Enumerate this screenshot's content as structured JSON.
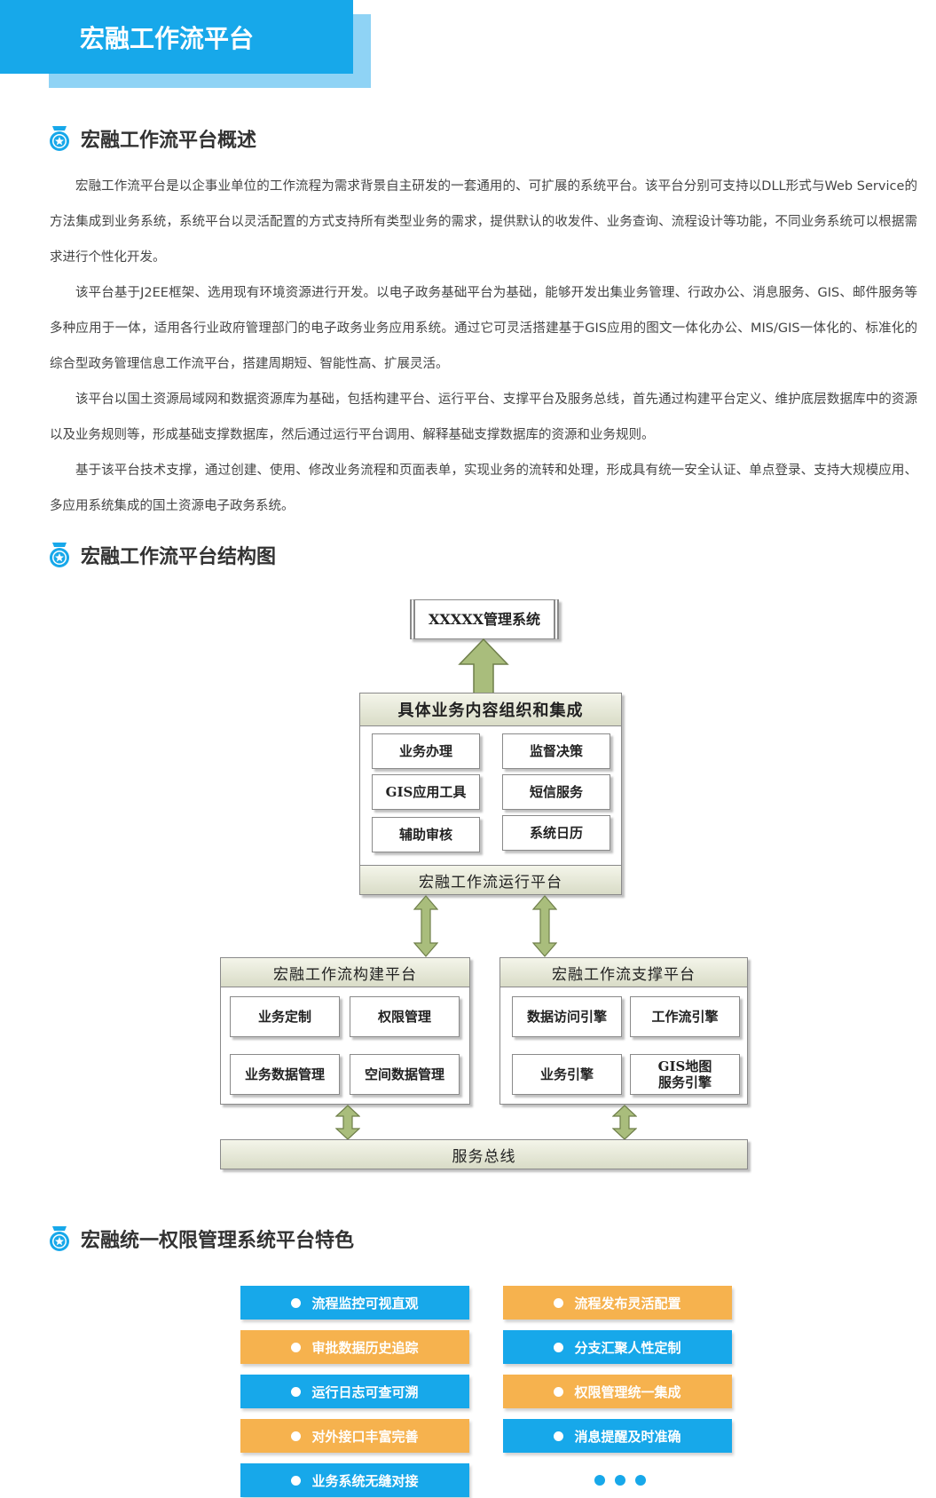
{
  "banner": {
    "title": "宏融工作流平台"
  },
  "sections": {
    "overview_title": "宏融工作流平台概述",
    "structure_title": "宏融工作流平台结构图",
    "features_title": "宏融统一权限管理系统平台特色"
  },
  "overview_paragraphs": [
    "宏融工作流平台是以企事业单位的工作流程为需求背景自主研发的一套通用的、可扩展的系统平台。该平台分别可支持以DLL形式与Web Service的方法集成到业务系统，系统平台以灵活配置的方式支持所有类型业务的需求，提供默认的收发件、业务查询、流程设计等功能，不同业务系统可以根据需求进行个性化开发。",
    "该平台基于J2EE框架、选用现有环境资源进行开发。以电子政务基础平台为基础，能够开发出集业务管理、行政办公、消息服务、GIS、邮件服务等多种应用于一体，适用各行业政府管理部门的电子政务业务应用系统。通过它可灵活搭建基于GIS应用的图文一体化办公、MIS/GIS一体化的、标准化的综合型政务管理信息工作流平台，搭建周期短、智能性高、扩展灵活。",
    "该平台以国土资源局域网和数据资源库为基础，包括构建平台、运行平台、支撑平台及服务总线，首先通过构建平台定义、维护底层数据库中的资源以及业务规则等，形成基础支撑数据库，然后通过运行平台调用、解释基础支撑数据库的资源和业务规则。",
    "基于该平台技术支撑，通过创建、使用、修改业务流程和页面表单，实现业务的流转和处理，形成具有统一安全认证、单点登录、支持大规模应用、多应用系统集成的国土资源电子政务系统。"
  ],
  "diagram": {
    "top_system": "XXXXX管理系统",
    "business_panel_title": "具体业务内容组织和集成",
    "business_items": [
      "业务办理",
      "监督决策",
      "GIS应用工具",
      "短信服务",
      "辅助审核",
      "系统日历"
    ],
    "runtime_platform": "宏融工作流运行平台",
    "build_platform": {
      "title": "宏融工作流构建平台",
      "items": [
        "业务定制",
        "权限管理",
        "业务数据管理",
        "空间数据管理"
      ]
    },
    "support_platform": {
      "title": "宏融工作流支撑平台",
      "items": [
        "数据访问引擎",
        "工作流引擎",
        "业务引擎"
      ],
      "gis_engine_line1": "GIS地图",
      "gis_engine_line2": "服务引擎"
    },
    "service_bus": "服务总线"
  },
  "features": {
    "left": [
      "流程监控可视直观",
      "审批数据历史追踪",
      "运行日志可查可溯",
      "对外接口丰富完善",
      "业务系统无缝对接"
    ],
    "right": [
      "流程发布灵活配置",
      "分支汇聚人性定制",
      "权限管理统一集成",
      "消息提醒及时准确"
    ]
  },
  "colors": {
    "accent_blue": "#17a8ea",
    "light_blue": "#8fd3f5",
    "accent_orange": "#f6b24e",
    "arrow_green": "#a9bd7c",
    "bar_fill": "#e4e6d4"
  },
  "icons": {
    "section_icon": "medal-star-icon"
  }
}
